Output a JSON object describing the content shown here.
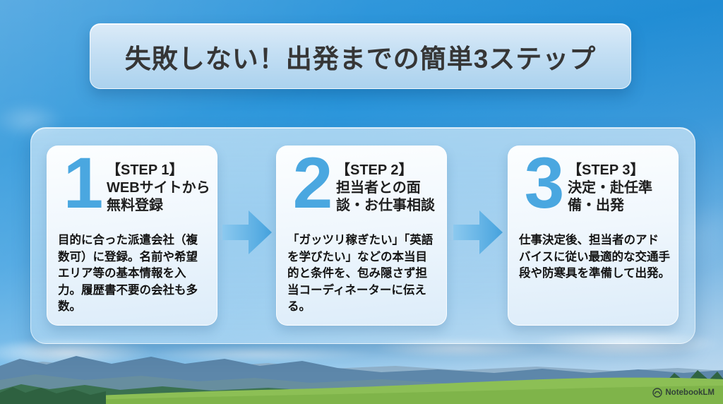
{
  "title": {
    "text": "失敗しない！出発までの簡単3ステップ"
  },
  "steps": [
    {
      "number": "1",
      "step_label": "【STEP 1】",
      "heading": "WEBサイトから無料登録",
      "body": "目的に合った派遣会社（複数可）に登録。名前や希望エリア等の基本情報を入力。履歴書不要の会社も多数。"
    },
    {
      "number": "2",
      "step_label": "【STEP 2】",
      "heading": "担当者との面談・お仕事相談",
      "body": "「ガッツリ稼ぎたい」「英語を学びたい」などの本当目的と条件を、包み隠さず担当コーディネーターに伝える。"
    },
    {
      "number": "3",
      "step_label": "【STEP 3】",
      "heading": "決定・赴任準備・出発",
      "body": "仕事決定後、担当者のアドバイスに従い最適的な交通手段や防寒具を準備して出発。"
    }
  ],
  "watermark": {
    "label": "NotebookLM"
  },
  "colors": {
    "accent_blue": "#4aa7e0",
    "arrow_blue": "#55ade4",
    "title_text": "#363636",
    "body_text": "#141414",
    "sky_top": "#2492d9",
    "sky_horizon": "#d8ecfa",
    "grass_green": "#8cbf55",
    "mountain_blue": "#5d87aa"
  }
}
